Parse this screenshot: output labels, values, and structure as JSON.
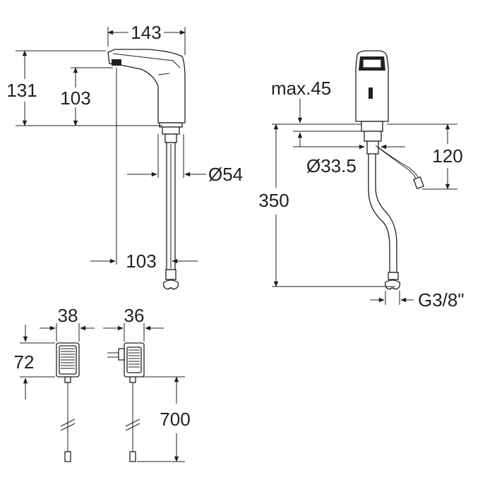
{
  "dimensions": {
    "faucet_width": "143",
    "faucet_height_total": "131",
    "faucet_height_spout": "103",
    "base_diameter": "Ø54",
    "spout_reach": "103",
    "max_deck": "max.45",
    "hole_diameter": "Ø33.5",
    "cable_length_side": "120",
    "hose_length": "350",
    "thread": "G3/8\"",
    "adapter_width": "38",
    "adapter_depth": "36",
    "adapter_height": "72",
    "cord_length": "700"
  }
}
